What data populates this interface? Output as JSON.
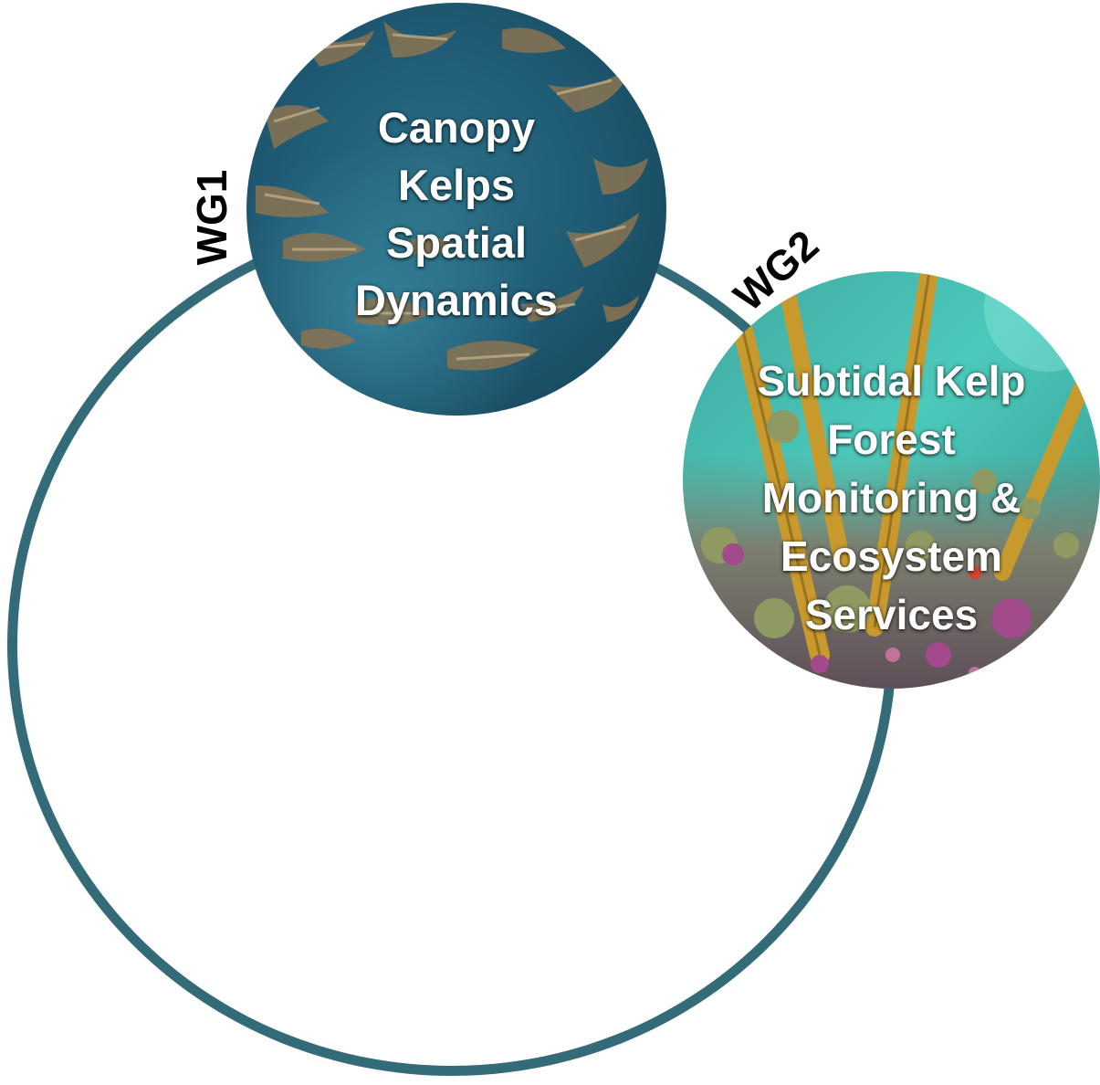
{
  "diagram": {
    "ring_color": "#336b78",
    "nodes": [
      {
        "id": "canopy",
        "tag": "WG1",
        "lines": [
          "Canopy",
          "Kelps",
          "Spatial",
          "Dynamics"
        ],
        "photo": "aerial view of floating kelp canopy on blue-green water"
      },
      {
        "id": "subtidal",
        "tag": "WG2",
        "lines": [
          "Subtidal Kelp",
          "Forest",
          "Monitoring &",
          "Ecosystem",
          "Services"
        ],
        "photo": "underwater kelp stipes with sea urchins on rocky seafloor"
      }
    ]
  }
}
